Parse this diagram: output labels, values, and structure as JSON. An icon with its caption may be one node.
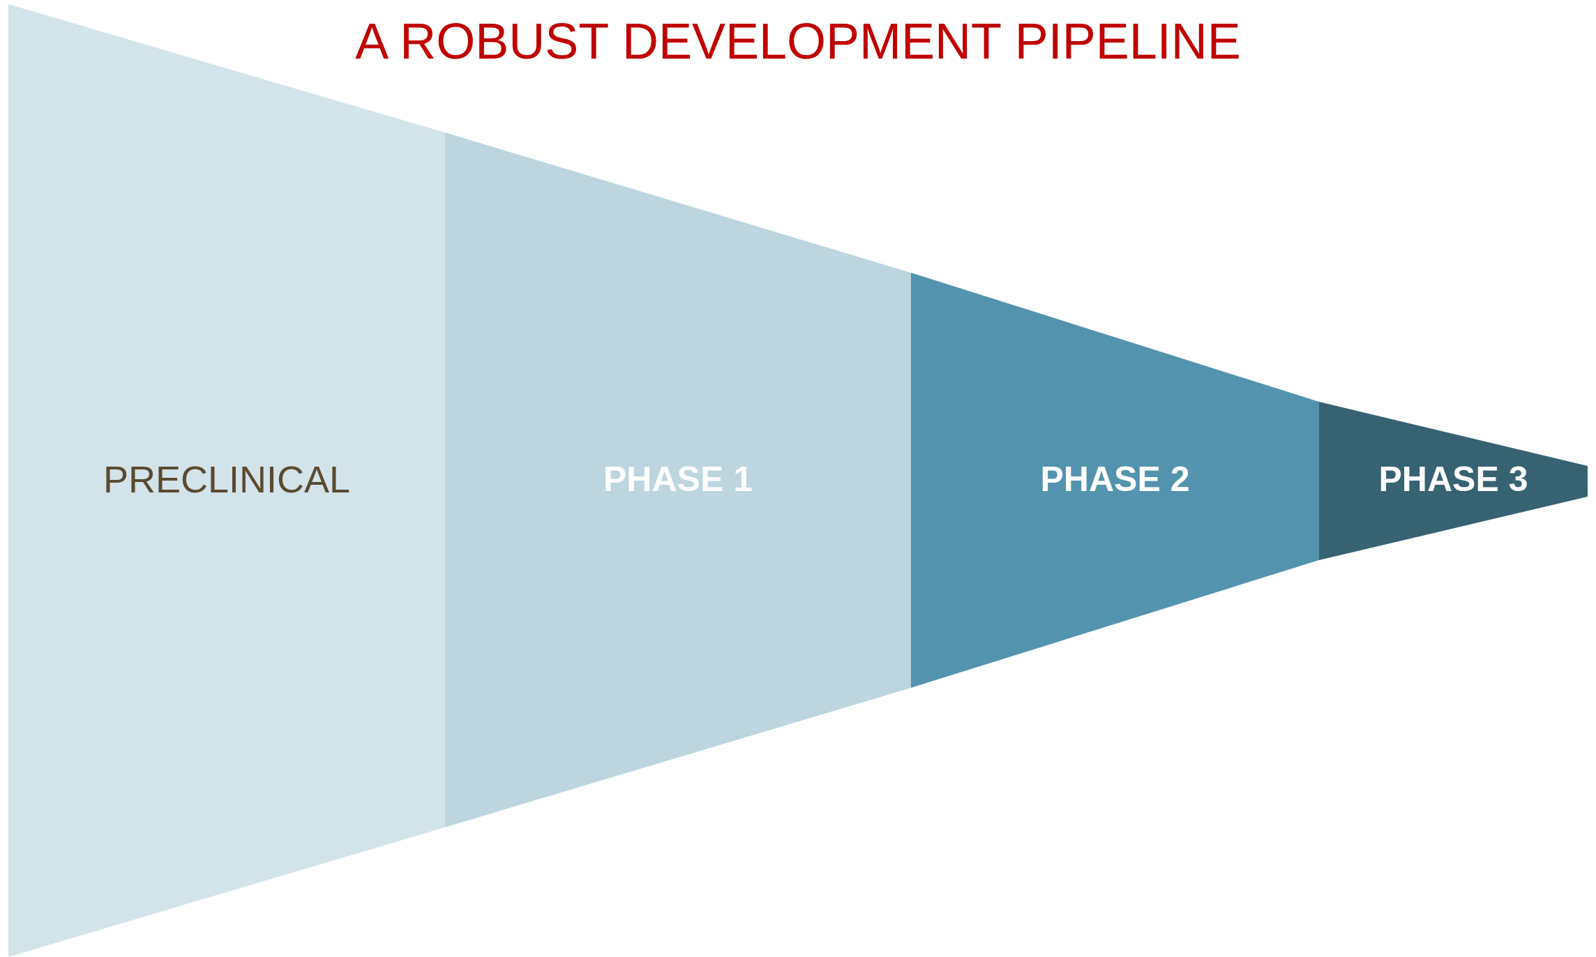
{
  "diagram": {
    "title": "A ROBUST DEVELOPMENT PIPELINE",
    "nodes": [
      {
        "text": [
          "PRECLINICAL"
        ]
      },
      {
        "text": [
          "PHASE 1"
        ]
      },
      {
        "text": [
          "PHASE 2"
        ]
      },
      {
        "text": [
          "PHASE 3"
        ]
      }
    ]
  }
}
